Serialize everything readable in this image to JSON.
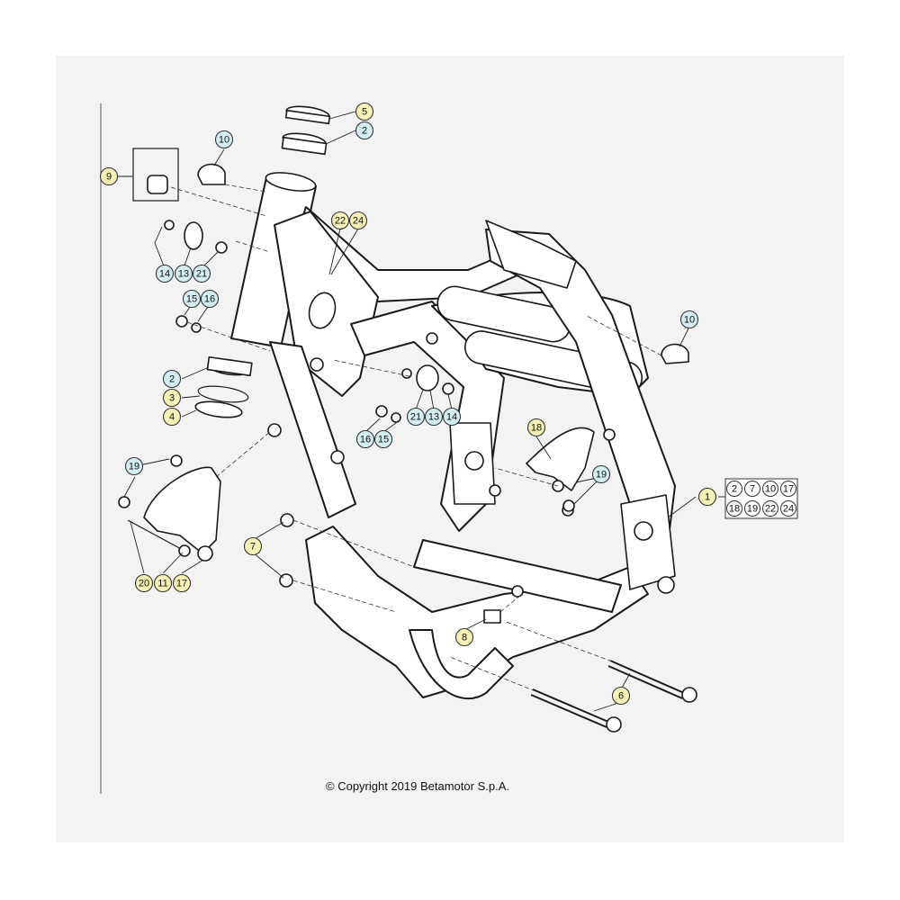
{
  "copyright": "© Copyright 2019 Betamotor S.p.A.",
  "colors": {
    "yellow_callout": "#f6f0b4",
    "cyan_callout": "#d3eef3",
    "background": "#f3f3f3"
  },
  "callouts": [
    {
      "id": "c5",
      "label": "5",
      "color": "yellow"
    },
    {
      "id": "c2a",
      "label": "2",
      "color": "cyan"
    },
    {
      "id": "c10a",
      "label": "10",
      "color": "cyan"
    },
    {
      "id": "c9",
      "label": "9",
      "color": "yellow"
    },
    {
      "id": "c22a",
      "label": "22",
      "color": "yellow"
    },
    {
      "id": "c24a",
      "label": "24",
      "color": "yellow"
    },
    {
      "id": "c14a",
      "label": "14",
      "color": "cyan"
    },
    {
      "id": "c13a",
      "label": "13",
      "color": "cyan"
    },
    {
      "id": "c21a",
      "label": "21",
      "color": "cyan"
    },
    {
      "id": "c15a",
      "label": "15",
      "color": "cyan"
    },
    {
      "id": "c16a",
      "label": "16",
      "color": "cyan"
    },
    {
      "id": "c10b",
      "label": "10",
      "color": "cyan"
    },
    {
      "id": "c2b",
      "label": "2",
      "color": "cyan"
    },
    {
      "id": "c3",
      "label": "3",
      "color": "yellow"
    },
    {
      "id": "c4",
      "label": "4",
      "color": "yellow"
    },
    {
      "id": "c21b",
      "label": "21",
      "color": "cyan"
    },
    {
      "id": "c13b",
      "label": "13",
      "color": "cyan"
    },
    {
      "id": "c14b",
      "label": "14",
      "color": "cyan"
    },
    {
      "id": "c16b",
      "label": "16",
      "color": "cyan"
    },
    {
      "id": "c15b",
      "label": "15",
      "color": "cyan"
    },
    {
      "id": "c18",
      "label": "18",
      "color": "yellow"
    },
    {
      "id": "c19a",
      "label": "19",
      "color": "cyan"
    },
    {
      "id": "c19b",
      "label": "19",
      "color": "cyan"
    },
    {
      "id": "c1",
      "label": "1",
      "color": "yellow"
    },
    {
      "id": "c7",
      "label": "7",
      "color": "yellow"
    },
    {
      "id": "c20",
      "label": "20",
      "color": "yellow"
    },
    {
      "id": "c11",
      "label": "11",
      "color": "yellow"
    },
    {
      "id": "c17",
      "label": "17",
      "color": "yellow"
    },
    {
      "id": "c8",
      "label": "8",
      "color": "yellow"
    },
    {
      "id": "c6",
      "label": "6",
      "color": "yellow"
    }
  ],
  "kit_box": {
    "row1": [
      "2",
      "7",
      "10",
      "17"
    ],
    "row2": [
      "18",
      "19",
      "22",
      "24"
    ]
  }
}
